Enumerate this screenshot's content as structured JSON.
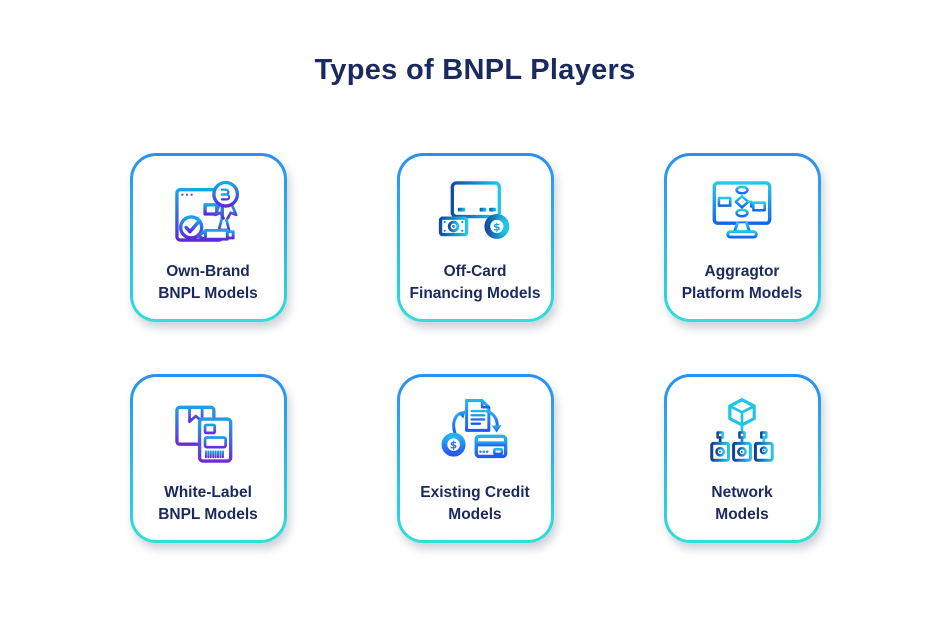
{
  "page": {
    "title": "Types of BNPL Players",
    "background": "#ffffff"
  },
  "colors": {
    "title_text": "#1b2a5e",
    "label_text": "#1b2a5e",
    "card_border_gradient_top": "#2b8ff2",
    "card_border_gradient_bottom": "#2ee0d6",
    "icon_blue": "#1e7be0",
    "icon_purple": "#5c2ad8",
    "icon_navy": "#0e4da4",
    "icon_cyan": "#1ec9ea"
  },
  "cards": [
    {
      "name": "own-brand",
      "icon": "browser-certificate-icon",
      "label_line1": "Own-Brand",
      "label_line2": "BNPL Models"
    },
    {
      "name": "off-card",
      "icon": "card-cash-coin-icon",
      "label_line1": "Off-Card",
      "label_line2": "Financing Models"
    },
    {
      "name": "aggregator",
      "icon": "monitor-flowchart-icon",
      "label_line1": "Aggragtor",
      "label_line2": "Platform Models"
    },
    {
      "name": "white-label",
      "icon": "package-receipt-icon",
      "label_line1": "White-Label",
      "label_line2": "BNPL Models"
    },
    {
      "name": "existing-credit",
      "icon": "document-exchange-icon",
      "label_line1": "Existing Credit",
      "label_line2": "Models"
    },
    {
      "name": "network",
      "icon": "cube-network-icon",
      "label_line1": "Network",
      "label_line2": "Models"
    }
  ]
}
